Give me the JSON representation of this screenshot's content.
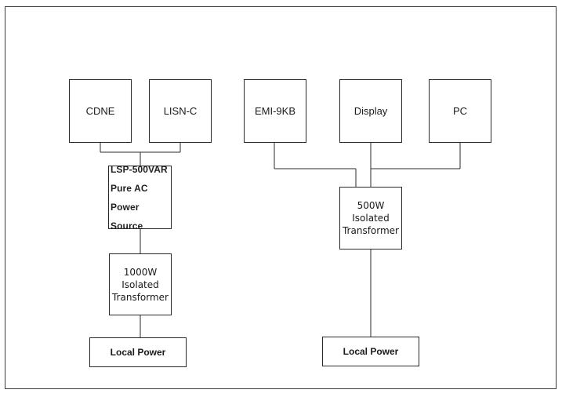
{
  "diagram": {
    "left_chain": {
      "cdne": "CDNE",
      "lisn": "LISN-C",
      "power_source": [
        "LSP-500VAR",
        "Pure AC",
        "Power Source"
      ],
      "transformer": [
        "1000W",
        "Isolated",
        "Transformer"
      ],
      "local_power": "Local Power"
    },
    "right_chain": {
      "emi": "EMI-9KB",
      "display": "Display",
      "pc": "PC",
      "transformer": [
        "500W",
        "Isolated",
        "Transformer"
      ],
      "local_power": "Local Power"
    }
  },
  "colors": {
    "line": "#2a2a2a",
    "border": "#3a3a3a",
    "background": "#ffffff"
  }
}
